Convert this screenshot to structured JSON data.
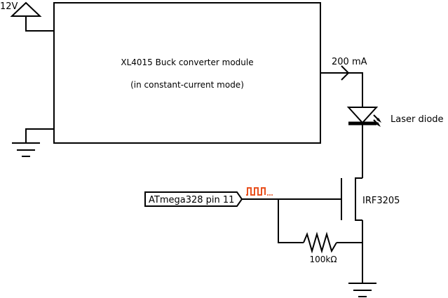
{
  "supply": {
    "label": "12V"
  },
  "converter": {
    "title": "XL4015 Buck converter module",
    "mode": "(in constant-current mode)"
  },
  "current": {
    "label": "200 mA"
  },
  "laser": {
    "label": "Laser diode"
  },
  "mosfet": {
    "label": "IRF3205"
  },
  "input": {
    "label": "ATmega328 pin 11"
  },
  "resistor": {
    "label": "100kΩ"
  },
  "colors": {
    "wire": "#000000",
    "pwm_signal": "#e8501e",
    "background": "#ffffff"
  }
}
